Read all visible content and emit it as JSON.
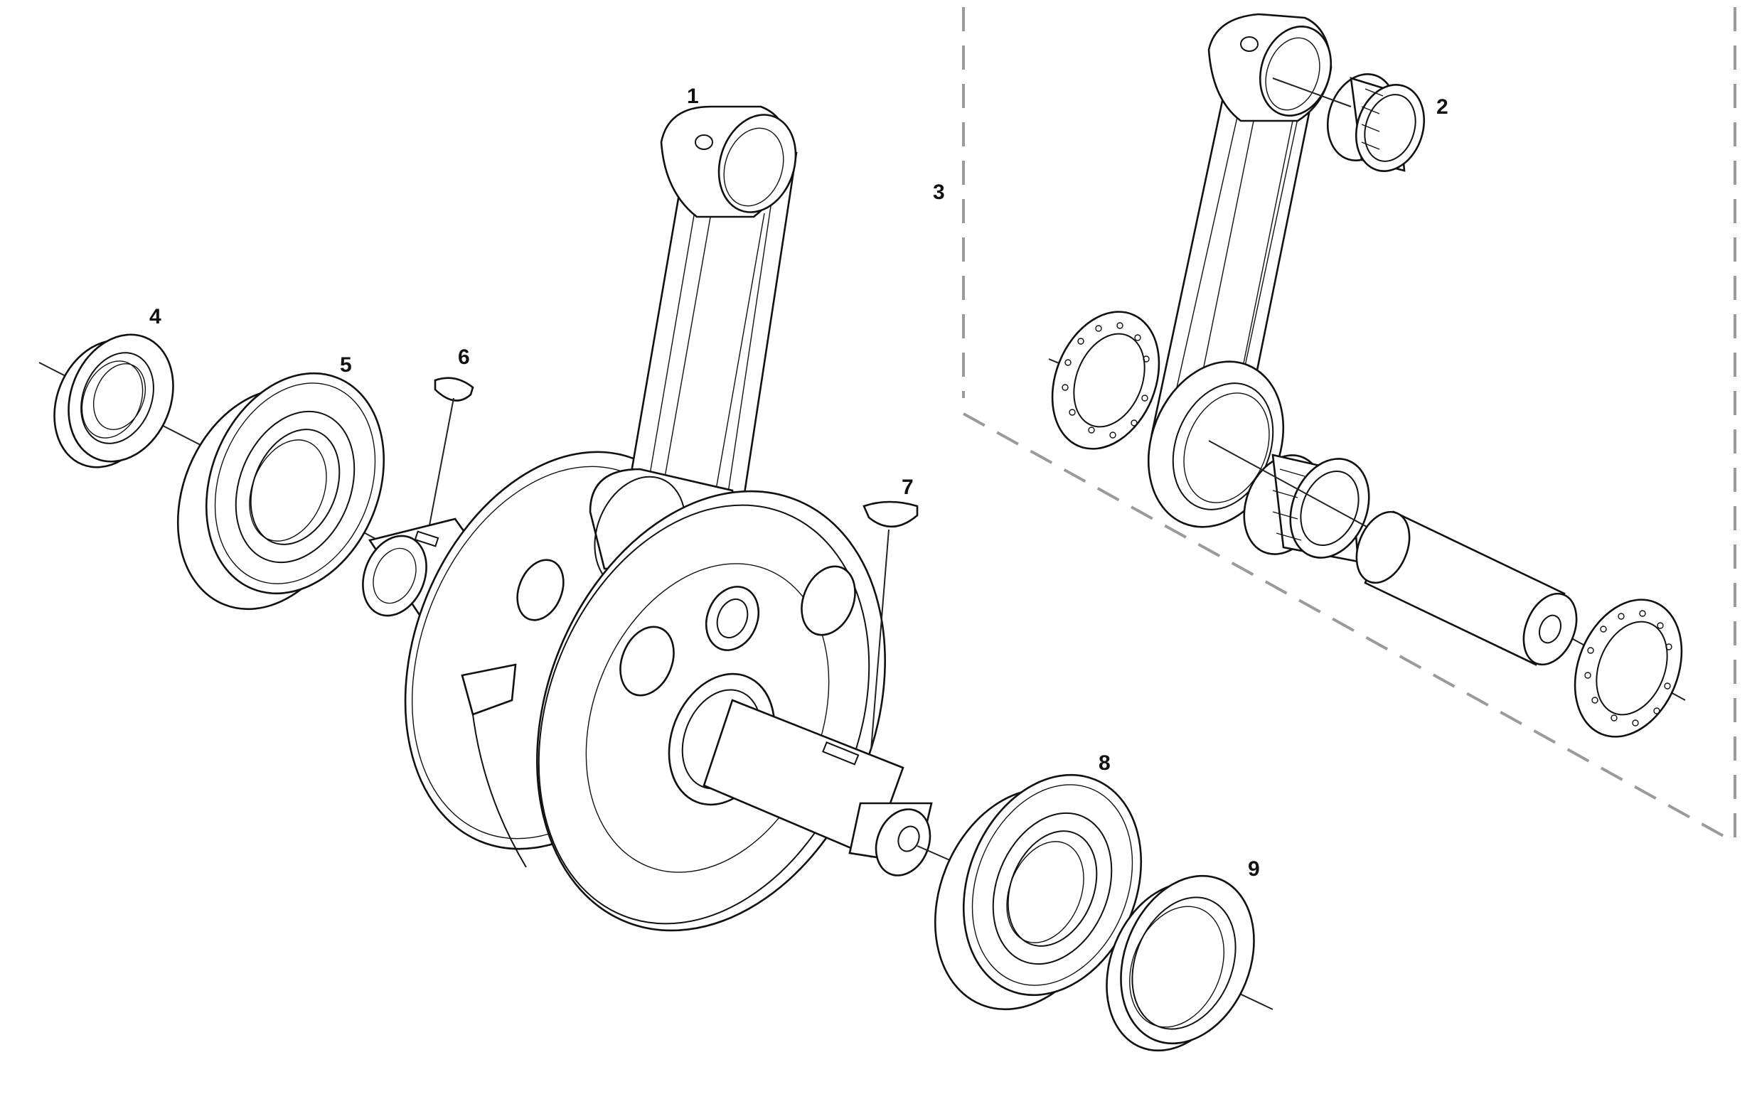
{
  "diagram": {
    "type": "exploded-parts-view",
    "callouts": [
      "1",
      "2",
      "3",
      "4",
      "5",
      "6",
      "7",
      "8",
      "9"
    ]
  }
}
